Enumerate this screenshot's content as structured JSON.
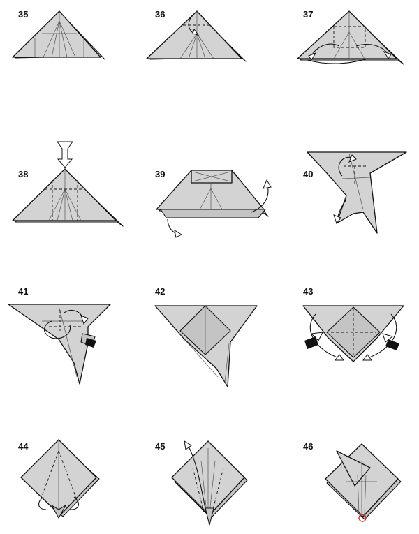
{
  "steps": [
    {
      "number": "35"
    },
    {
      "number": "36"
    },
    {
      "number": "37"
    },
    {
      "number": "38"
    },
    {
      "number": "39"
    },
    {
      "number": "40"
    },
    {
      "number": "41"
    },
    {
      "number": "42"
    },
    {
      "number": "43"
    },
    {
      "number": "44"
    },
    {
      "number": "45"
    },
    {
      "number": "46"
    }
  ],
  "colors": {
    "paper": "#d3d3d3",
    "line": "#111111",
    "background": "#ffffff",
    "marker": "#d03030"
  }
}
